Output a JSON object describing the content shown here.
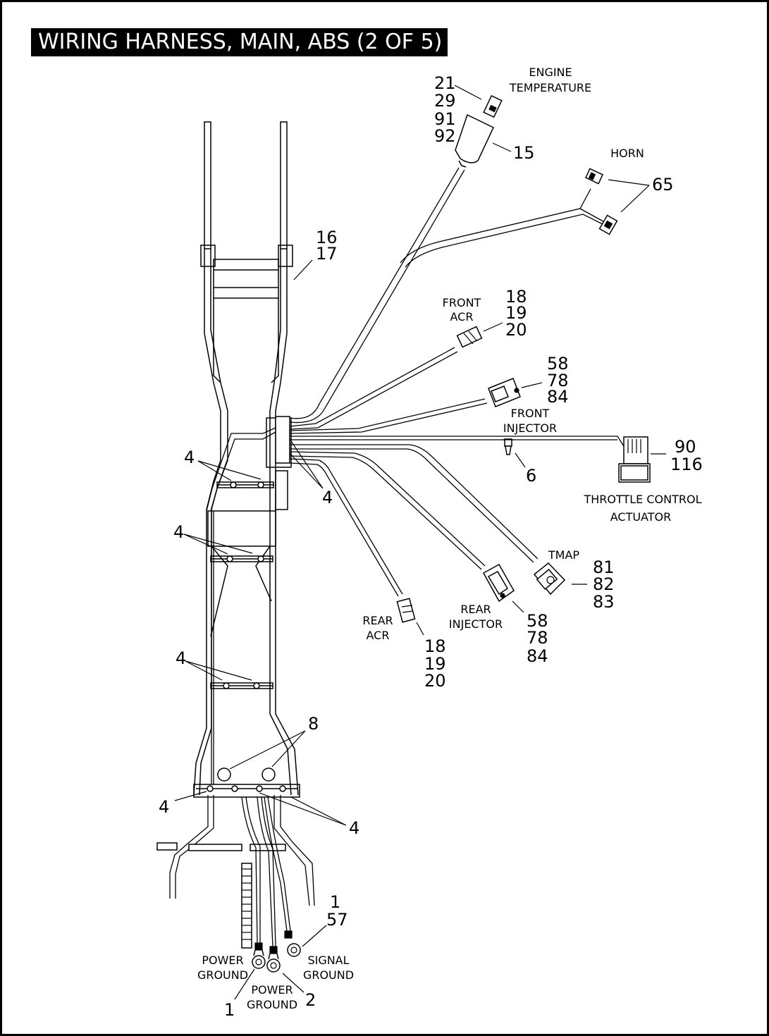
{
  "title": "WIRING HARNESS, MAIN, ABS (2 OF 5)",
  "components": {
    "engine_temperature": [
      "ENGINE",
      "TEMPERATURE"
    ],
    "horn": [
      "HORN"
    ],
    "front_acr": [
      "FRONT",
      "ACR"
    ],
    "front_injector": [
      "FRONT",
      "INJECTOR"
    ],
    "throttle_control_actuator": [
      "THROTTLE CONTROL",
      "ACTUATOR"
    ],
    "tmap": [
      "TMAP"
    ],
    "rear_injector": [
      "REAR",
      "INJECTOR"
    ],
    "rear_acr": [
      "REAR",
      "ACR"
    ],
    "power_ground_left": [
      "POWER",
      "GROUND"
    ],
    "power_ground_center": [
      "POWER",
      "GROUND"
    ],
    "signal_ground": [
      "SIGNAL",
      "GROUND"
    ]
  },
  "callouts": {
    "engine_temp_connector": [
      "21",
      "29",
      "91",
      "92"
    ],
    "engine_temp_sensor": [
      "15"
    ],
    "horn": [
      "65"
    ],
    "frame_clip": [
      "16",
      "17"
    ],
    "front_acr": [
      "18",
      "19",
      "20"
    ],
    "front_injector": [
      "58",
      "78",
      "84"
    ],
    "throttle": [
      "90",
      "116"
    ],
    "clip_6": [
      "6"
    ],
    "tie_4_a": [
      "4"
    ],
    "tie_4_b": [
      "4"
    ],
    "tie_4_c": [
      "4"
    ],
    "tie_4_d": [
      "4"
    ],
    "tie_4_e": [
      "4"
    ],
    "tie_4_f": [
      "4"
    ],
    "tmap": [
      "81",
      "82",
      "83"
    ],
    "rear_injector": [
      "58",
      "78",
      "84"
    ],
    "rear_acr": [
      "18",
      "19",
      "20"
    ],
    "grommet_8": [
      "8"
    ],
    "signal_ground_terminal": [
      "1",
      "57"
    ],
    "power_ground_terminal_left": [
      "1"
    ],
    "power_ground_terminal_center": [
      "2"
    ]
  }
}
